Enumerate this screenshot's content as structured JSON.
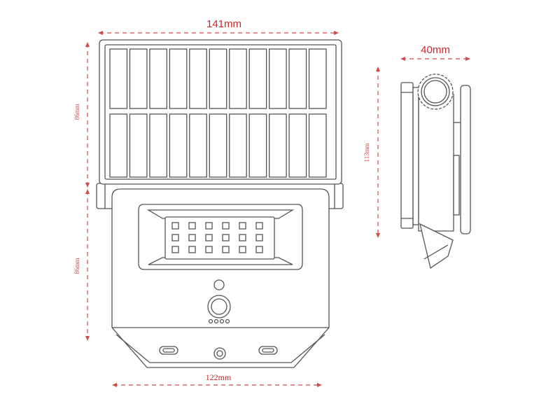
{
  "dimensions": {
    "panel_width": "141mm",
    "side_depth": "40mm",
    "panel_height": "86mm",
    "body_height": "86mm",
    "side_height": "113mm",
    "body_width": "122mm"
  },
  "accent_color": "#d24b4b",
  "led_grid": {
    "rows": 3,
    "cols": 6
  },
  "solar_cells": {
    "rows": 2,
    "cols": 11
  },
  "sensor_indicator_dots": 4
}
